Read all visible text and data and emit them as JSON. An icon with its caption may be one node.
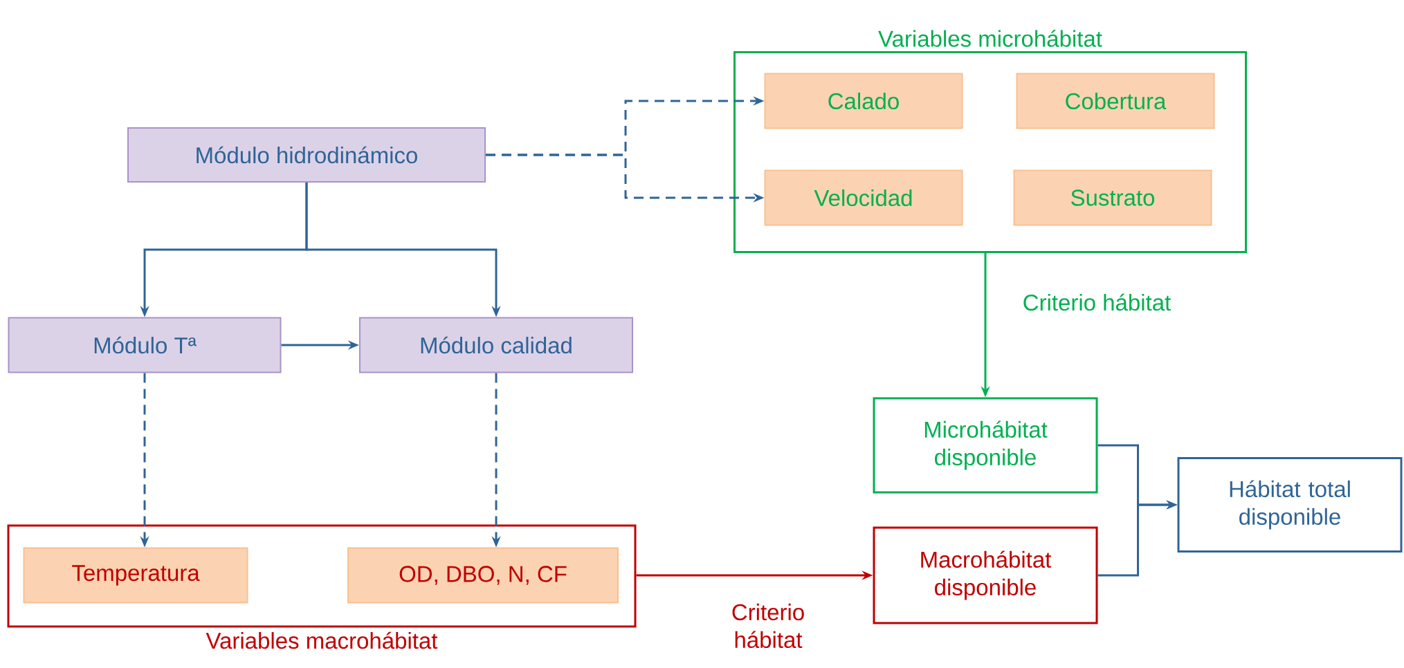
{
  "diagram": {
    "nodes": [
      {
        "text": [
          "Variables microhábitat"
        ]
      },
      {
        "text": [
          "Calado"
        ],
        "in": 0
      },
      {
        "text": [
          "Cobertura"
        ],
        "in": 0
      },
      {
        "text": [
          "Velocidad"
        ],
        "in": 0
      },
      {
        "text": [
          "Sustrato"
        ],
        "in": 0
      },
      {
        "text": [
          "Módulo hidrodinámico"
        ]
      },
      {
        "text": [
          "Módulo Tª"
        ]
      },
      {
        "text": [
          "Módulo calidad"
        ]
      },
      {
        "text": [
          "Variables macrohábitat"
        ]
      },
      {
        "text": [
          "Temperatura"
        ],
        "in": 8
      },
      {
        "text": [
          "OD, DBO, N, CF"
        ],
        "in": 8
      },
      {
        "text": [
          "Microhábitat disponible"
        ]
      },
      {
        "text": [
          "Macrohábitat disponible"
        ]
      },
      {
        "text": [
          "Hábitat total disponible"
        ]
      }
    ],
    "edges": [
      {
        "from": 5,
        "to": 1,
        "arrow": "to",
        "style": "dashed"
      },
      {
        "from": 5,
        "to": 3,
        "arrow": "to",
        "style": "dashed"
      },
      {
        "from": 5,
        "to": 6,
        "arrow": "to"
      },
      {
        "from": 5,
        "to": 7,
        "arrow": "to"
      },
      {
        "from": 6,
        "to": 7,
        "arrow": "to"
      },
      {
        "from": 6,
        "to": 9,
        "arrow": "to",
        "style": "dashed"
      },
      {
        "from": 7,
        "to": 10,
        "arrow": "to",
        "style": "dashed"
      },
      {
        "from": 0,
        "to": 11,
        "arrow": "to",
        "label": "Criterio hábitat",
        "color": "#00b050"
      },
      {
        "from": 8,
        "to": 12,
        "arrow": "to",
        "label": "Criterio hábitat",
        "color": "#c00000"
      },
      {
        "from": 11,
        "to": 13,
        "arrow": "to"
      },
      {
        "from": 12,
        "to": 13,
        "arrow": "to"
      }
    ]
  }
}
